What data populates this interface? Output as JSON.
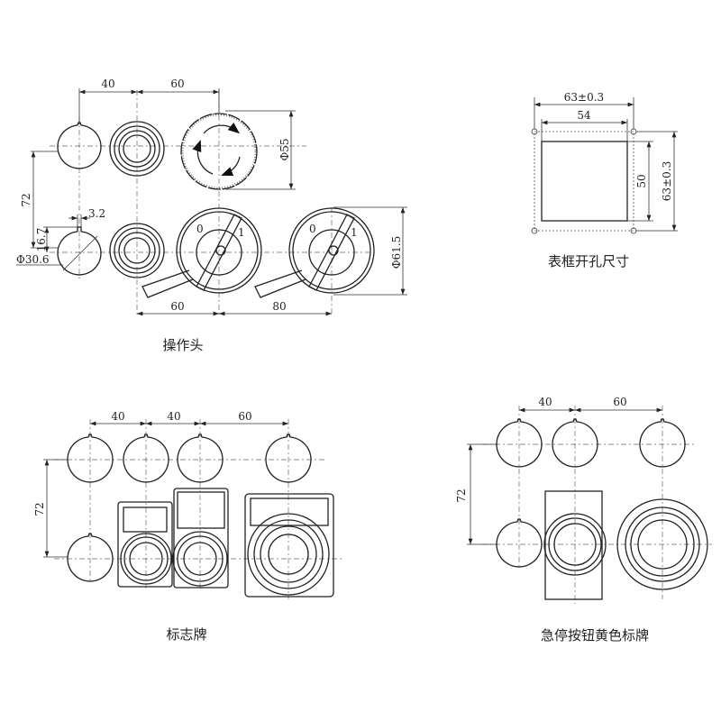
{
  "operator_heads": {
    "label": "操作头",
    "dims": {
      "top_40": "40",
      "top_60": "60",
      "phi55": "Φ55",
      "v72": "72",
      "notch_w": "3.2",
      "notch_h": "16.7",
      "phi30": "Φ30.6",
      "phi61": "Φ61.5",
      "bottom_60": "60",
      "bottom_80": "80"
    },
    "switch_marks": [
      "0",
      "1"
    ]
  },
  "panel_cutout": {
    "label": "表框开孔尺寸",
    "dims": {
      "outer_w": "63±0.3",
      "inner_w": "54",
      "inner_h": "50",
      "outer_h": "63±0.3"
    }
  },
  "nameplates": {
    "label": "标志牌",
    "dims": {
      "a": "40",
      "b": "40",
      "c": "60",
      "v72": "72"
    }
  },
  "estop_plates": {
    "label": "急停按钮黄色标牌",
    "dims": {
      "a": "40",
      "b": "60",
      "v72": "72"
    }
  }
}
